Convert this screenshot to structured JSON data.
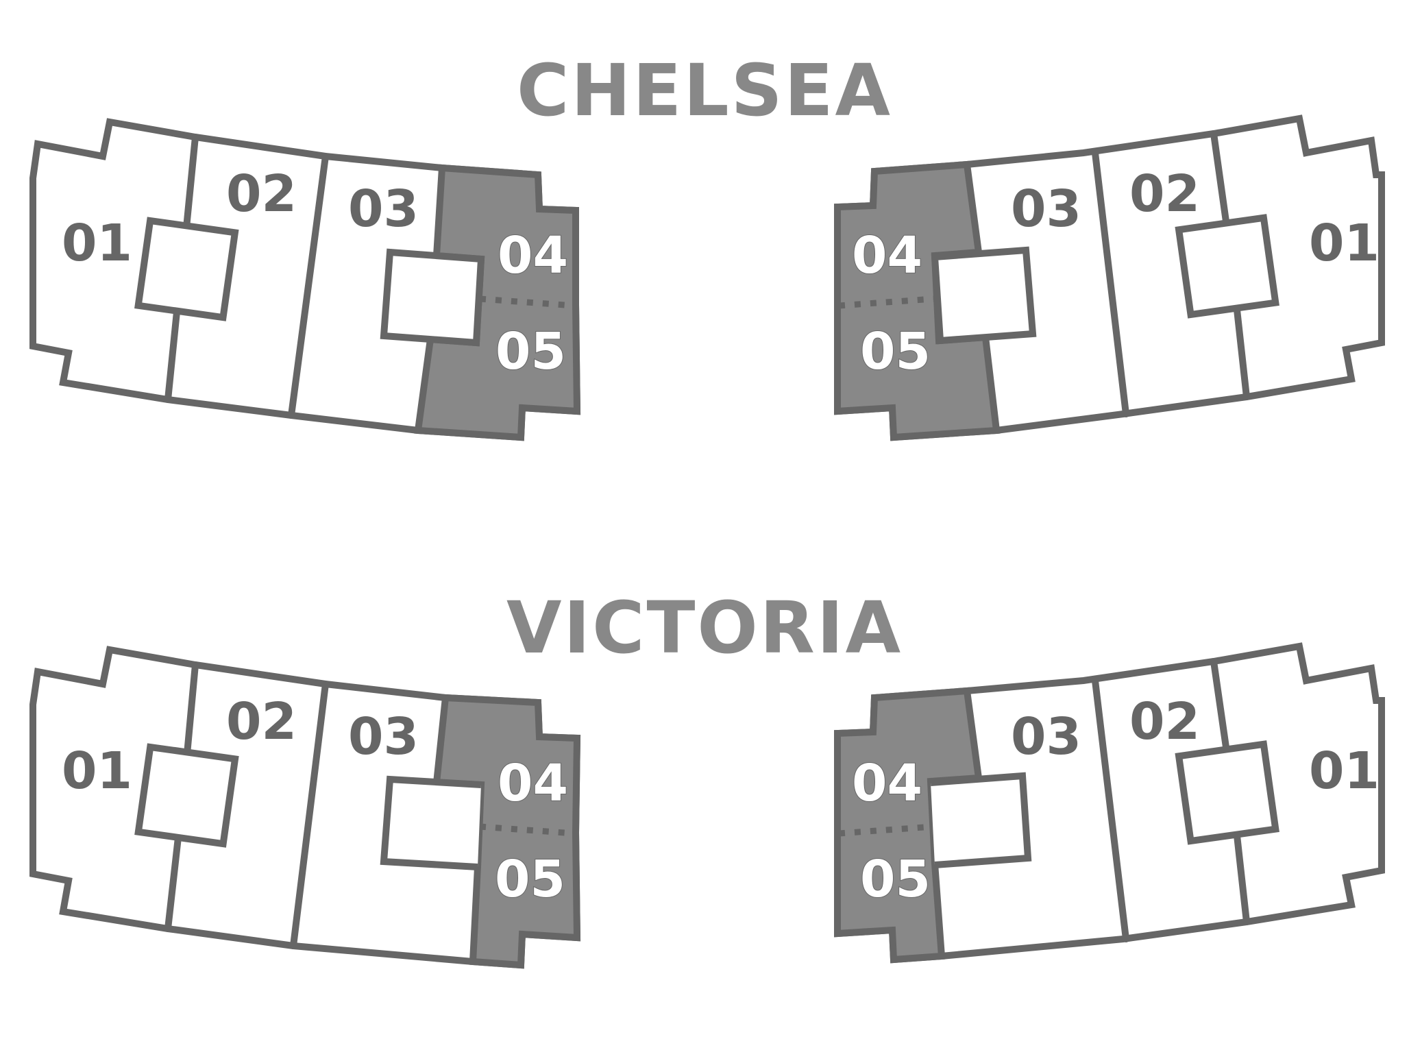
{
  "buildings": [
    {
      "name": "CHELSEA",
      "left_wing": {
        "units": [
          "01",
          "02",
          "03",
          "04",
          "05"
        ]
      },
      "right_wing": {
        "units": [
          "01",
          "02",
          "03",
          "04",
          "05"
        ]
      }
    },
    {
      "name": "VICTORIA",
      "left_wing": {
        "units": [
          "01",
          "02",
          "03",
          "04",
          "05"
        ]
      },
      "right_wing": {
        "units": [
          "01",
          "02",
          "03",
          "04",
          "05"
        ]
      }
    }
  ],
  "colors": {
    "line": "#666666",
    "highlight_fill": "#888888",
    "title": "#888888",
    "background": "#ffffff"
  },
  "highlighted_units": [
    "04",
    "05"
  ]
}
